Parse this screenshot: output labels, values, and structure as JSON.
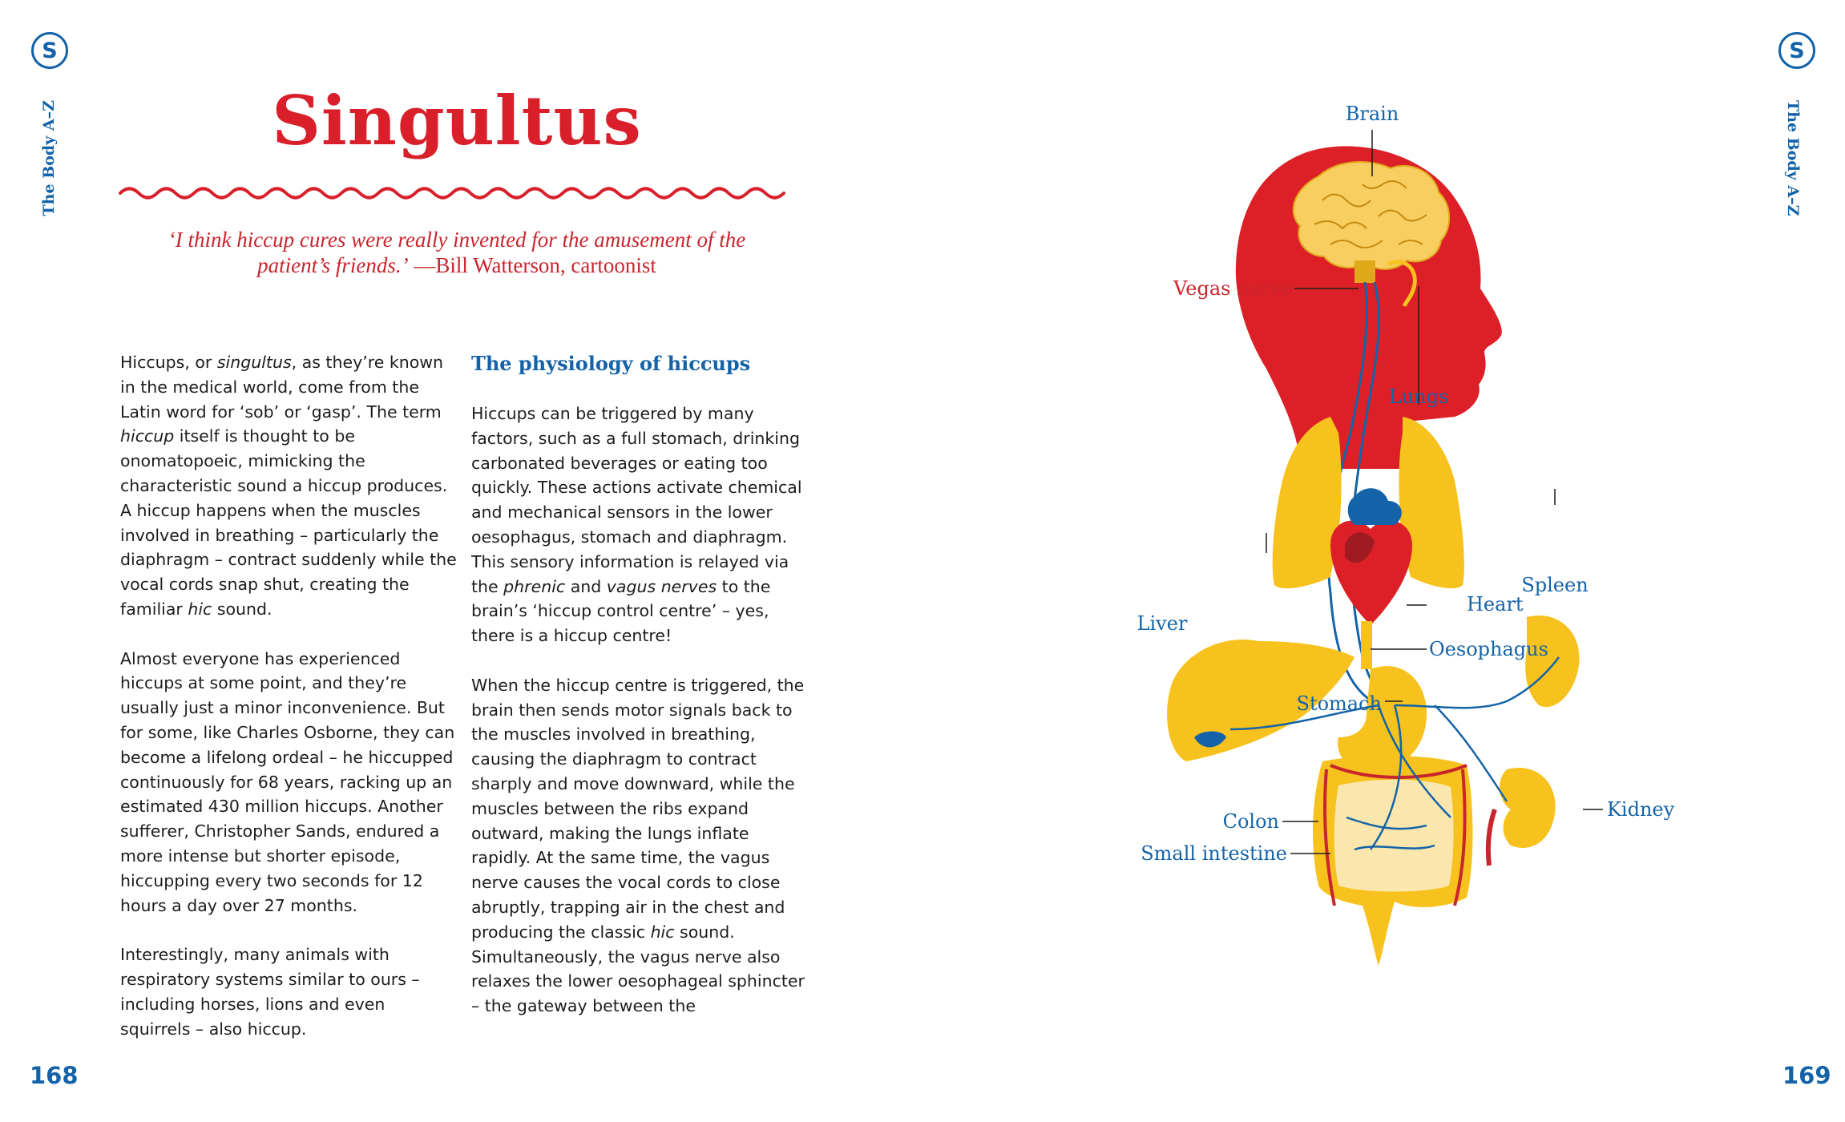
{
  "header": {
    "left_tab_letter": "S",
    "right_tab_letter": "S",
    "left_side_label": "The Body A–Z",
    "right_side_label": "The Body A–Z"
  },
  "title": "Singultus",
  "quote": {
    "text": "‘I think hiccup cures were really invented for the amusement of the patient’s friends.’",
    "attribution": "—Bill Watterson, cartoonist"
  },
  "left_column": {
    "paragraphs": [
      [
        {
          "t": "Hiccups, or "
        },
        {
          "t": "singultus",
          "i": true
        },
        {
          "t": ", as they’re known in the medical world, come from the Latin word for ‘sob’ or ‘gasp’. The term "
        },
        {
          "t": "hiccup",
          "i": true
        },
        {
          "t": " itself is thought to be onomatopoeic, mimicking the characteristic sound a hiccup produces. A hiccup happens when the muscles involved in breathing – particularly the diaphragm – contract suddenly while the vocal cords snap shut, creating the familiar "
        },
        {
          "t": "hic",
          "i": true
        },
        {
          "t": " sound."
        }
      ],
      [
        {
          "t": "Almost everyone has experienced hiccups at some point, and they’re usually just a minor inconvenience. But for some, like Charles Osborne, they can become a lifelong ordeal – he hiccupped continuously for 68 years, racking up an estimated 430 million hiccups. Another sufferer, Christopher Sands, endured a more intense but shorter episode, hiccupping every two seconds for 12 hours a day over 27 months."
        }
      ],
      [
        {
          "t": "Interestingly, many animals with respiratory systems similar to ours – including horses, lions and even squirrels – also hiccup."
        }
      ]
    ]
  },
  "right_column": {
    "heading": "The physiology of hiccups",
    "paragraphs": [
      [
        {
          "t": "Hiccups can be triggered by many factors, such as a full stomach, drinking carbonated beverages or eating too quickly. These actions activate chemical and mechanical sensors in the lower oesophagus, stomach and diaphragm. This sensory information is relayed via the "
        },
        {
          "t": "phrenic",
          "i": true
        },
        {
          "t": " and "
        },
        {
          "t": "vagus nerves",
          "i": true
        },
        {
          "t": " to the brain’s ‘hiccup control centre’ – yes, there is a hiccup centre!"
        }
      ],
      [
        {
          "t": "When the hiccup centre is triggered, the brain then sends motor signals back to the muscles involved in breathing, causing the diaphragm to contract sharply and move downward, while the muscles between the ribs expand outward, making the lungs inflate rapidly. At the same time, the vagus nerve causes the vocal cords to close abruptly, trapping air in the chest and producing the classic "
        },
        {
          "t": "hic",
          "i": true
        },
        {
          "t": " sound. Simultaneously, the vagus nerve also relaxes the lower oesophageal sphincter – the gateway between the"
        }
      ]
    ]
  },
  "diagram": {
    "labels": {
      "brain": "Brain",
      "vegas_nerve": "Vegas nerve",
      "lungs": "Lungs",
      "heart": "Heart",
      "spleen": "Spleen",
      "liver": "Liver",
      "oesophagus": "Oesophagus",
      "stomach": "Stomach",
      "kidney": "Kidney",
      "colon": "Colon",
      "small_intestine": "Small intestine"
    }
  },
  "footer": {
    "left_page": "168",
    "right_page": "169"
  },
  "colors": {
    "brand_blue": "#1463a8",
    "title_red": "#d81f2a",
    "organ_yellow": "#f7c21d",
    "head_red": "#dd2027"
  }
}
